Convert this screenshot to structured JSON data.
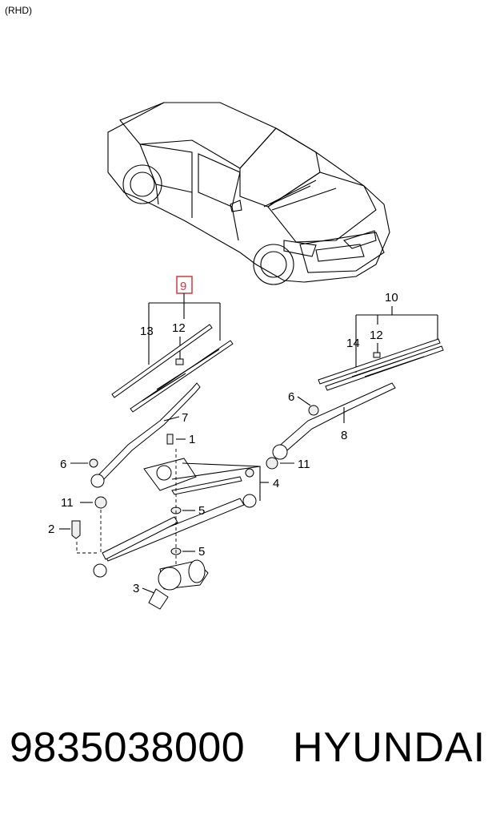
{
  "header": {
    "variant": "(RHD)"
  },
  "callouts": {
    "c1": "1",
    "c2": "2",
    "c3": "3",
    "c4": "4",
    "c5a": "5",
    "c5b": "5",
    "c6a": "6",
    "c6b": "6",
    "c7": "7",
    "c8": "8",
    "c9": "9",
    "c10": "10",
    "c11a": "11",
    "c11b": "11",
    "c12a": "12",
    "c12b": "12",
    "c13": "13",
    "c14": "14"
  },
  "highlight": {
    "callout": "9",
    "color": "#d9363e"
  },
  "footer": {
    "part_number": "9835038000",
    "brand": "HYUNDAI"
  }
}
